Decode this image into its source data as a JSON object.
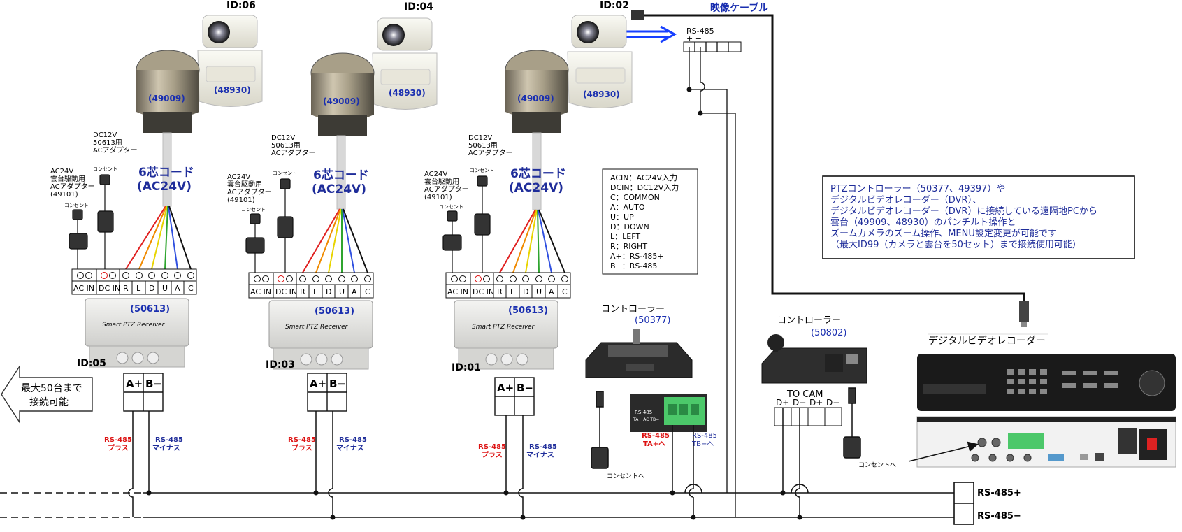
{
  "cameras": [
    {
      "id": "ID:06",
      "pan_head": "(49009)",
      "cam_head": "(48930)"
    },
    {
      "id": "ID:04",
      "pan_head": "(49009)",
      "cam_head": "(48930)"
    },
    {
      "id": "ID:02",
      "pan_head": "(49009)",
      "cam_head": "(48930)"
    }
  ],
  "receivers": [
    {
      "id": "ID:05",
      "model": "(50613)",
      "brand": "Smart PTZ Receiver"
    },
    {
      "id": "ID:03",
      "model": "(50613)",
      "brand": "Smart PTZ Receiver"
    },
    {
      "id": "ID:01",
      "model": "(50613)",
      "brand": "Smart PTZ Receiver"
    }
  ],
  "cord": {
    "line1": "6芯コード",
    "line2": "(AC24V)"
  },
  "dc_adapter": {
    "line1": "DC12V",
    "line2": "50613用",
    "line3": "ACアダプター"
  },
  "ac_adapter": {
    "line1": "AC24V",
    "line2": "雲台駆動用",
    "line3": "ACアダプター",
    "line4": "(49101)"
  },
  "outlet_small": "コンセント",
  "terminals": {
    "ac": "AC IN",
    "dc": "DC IN",
    "letters": [
      "R",
      "L",
      "D",
      "U",
      "A",
      "C"
    ]
  },
  "ab_block": {
    "a": "A+",
    "b": "B−"
  },
  "rs485_plus": {
    "line1": "RS-485",
    "line2": "プラス"
  },
  "rs485_minus": {
    "line1": "RS-485",
    "line2": "マイナス"
  },
  "video_cable": "映像ケーブル",
  "rs485_top": {
    "label": "RS-485",
    "signs": "+ −"
  },
  "legend": [
    "ACIN：AC24V入力",
    "DCIN：DC12V入力",
    "C：COMMON",
    "A：AUTO",
    "U：UP",
    "D：DOWN",
    "L：LEFT",
    "R：RIGHT",
    "A+：RS-485+",
    "B−：RS-485−"
  ],
  "info_box": [
    "PTZコントローラー（50377、49397）や",
    "デジタルビデオレコーダー（DVR）、",
    "デジタルビデオレコーダー（DVR）に接続している遠隔地PCから",
    "雲台（49909、48930）のパンチルト操作と",
    "ズームカメラのズーム操作、MENU設定変更が可能です",
    "（最大ID99（カメラと雲台を50セット）まで接続使用可能）"
  ],
  "controller1": {
    "label": "コントローラー",
    "model": "(50377)"
  },
  "controller2": {
    "label": "コントローラー",
    "model": "(50802)"
  },
  "terminal_small": {
    "line1": "RS-485",
    "line2": "TA+ AC TB−"
  },
  "rs485_ta": {
    "line1": "RS-485",
    "line2": "TA+へ"
  },
  "rs485_tb": {
    "line1": "RS-485",
    "line2": "TB−へ"
  },
  "outlet_to": "コンセントへ",
  "to_cam": "TO CAM",
  "cam_terms": [
    "D+",
    "D−",
    "D+",
    "D−"
  ],
  "dvr_label": "デジタルビデオレコーダー",
  "arrow_text": {
    "line1": "最大50台まで",
    "line2": "接続可能"
  },
  "bus_labels": {
    "plus": "RS-485+",
    "minus": "RS-485−"
  },
  "colors": {
    "blue_text": "#1a2fb0",
    "red_text": "#d11111",
    "wire_red": "#e02020",
    "wire_orange": "#f08a00",
    "wire_yellow": "#e8d400",
    "wire_green": "#2fa52f",
    "wire_blue": "#3050e0",
    "wire_black": "#111111",
    "video_arrow": "#1840ff"
  }
}
